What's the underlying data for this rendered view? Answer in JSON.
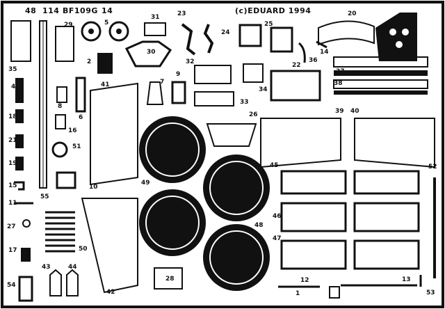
{
  "header": {
    "catalog_number": "48",
    "set_number": "114",
    "model": "BF109G",
    "scale": "14",
    "copyright": "(c)EDUARD  1994"
  },
  "part_numbers": [
    "1",
    "2",
    "4",
    "5",
    "6",
    "7",
    "8",
    "9",
    "10",
    "11",
    "12",
    "13",
    "14",
    "15",
    "16",
    "17",
    "18",
    "19",
    "20",
    "21",
    "22",
    "23",
    "24",
    "25",
    "26",
    "27",
    "28",
    "29",
    "30",
    "31",
    "32",
    "33",
    "34",
    "35",
    "36",
    "37",
    "38",
    "39",
    "40",
    "41",
    "42",
    "43",
    "44",
    "45",
    "46",
    "47",
    "48",
    "49",
    "50",
    "51",
    "52",
    "53",
    "54",
    "55"
  ],
  "colors": {
    "metal": "#111111",
    "sheet": "#ffffff"
  }
}
